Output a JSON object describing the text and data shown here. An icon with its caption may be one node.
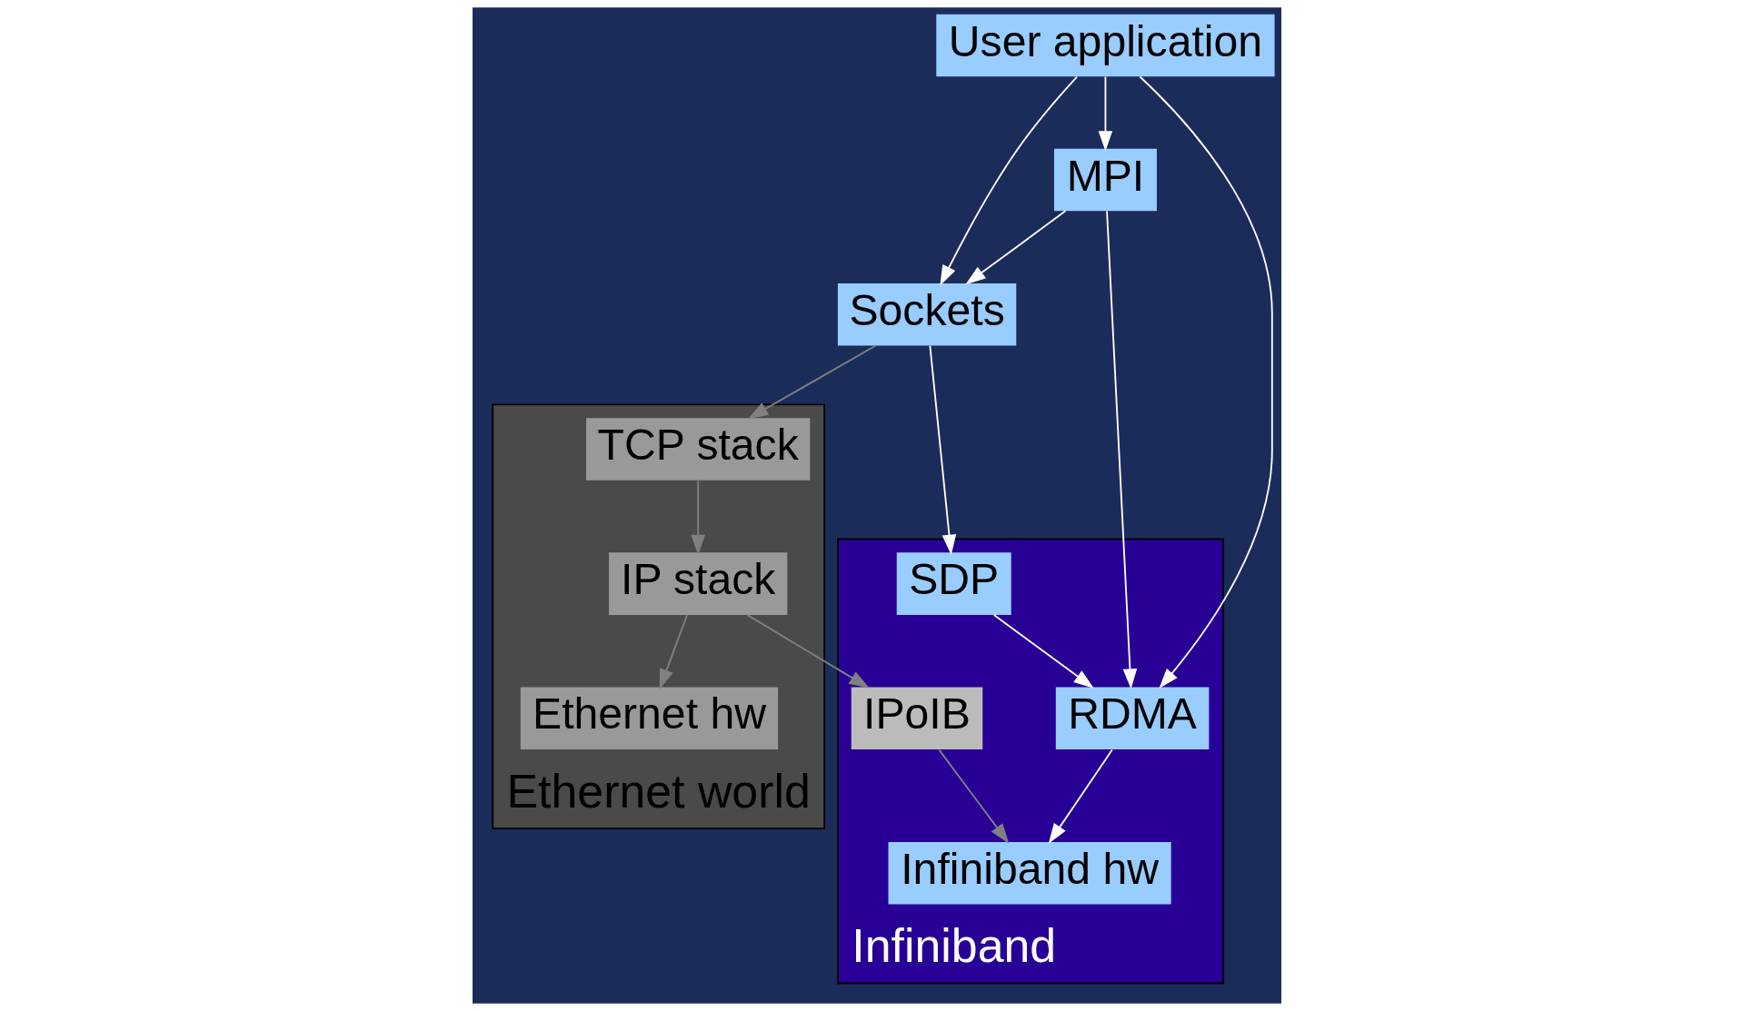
{
  "diagram": {
    "nodes": [
      {
        "text": [
          "User application"
        ]
      },
      {
        "text": [
          "MPI"
        ]
      },
      {
        "text": [
          "Sockets"
        ]
      },
      {
        "text": [
          "Infiniband"
        ]
      },
      {
        "text": [
          "SDP"
        ],
        "in": 3
      },
      {
        "text": [
          "RDMA"
        ],
        "in": 3
      },
      {
        "text": [
          "IPoIB"
        ],
        "in": 3
      },
      {
        "text": [
          "Infiniband hw"
        ],
        "in": 3
      },
      {
        "text": [
          "Ethernet world"
        ]
      },
      {
        "text": [
          "TCP stack"
        ],
        "in": 8
      },
      {
        "text": [
          "IP stack"
        ],
        "in": 8
      },
      {
        "text": [
          "Ethernet hw"
        ],
        "in": 8
      }
    ],
    "edges": [
      {
        "from": 0,
        "to": 1,
        "arrow": "to"
      },
      {
        "from": 0,
        "to": 2,
        "arrow": "to"
      },
      {
        "from": 0,
        "to": 5,
        "arrow": "to"
      },
      {
        "from": 1,
        "to": 2,
        "arrow": "to"
      },
      {
        "from": 1,
        "to": 5,
        "arrow": "to"
      },
      {
        "from": 2,
        "to": 4,
        "arrow": "to"
      },
      {
        "from": 2,
        "to": 9,
        "arrow": "to",
        "color": "#808080"
      },
      {
        "from": 4,
        "to": 5,
        "arrow": "to"
      },
      {
        "from": 9,
        "to": 10,
        "arrow": "to",
        "color": "#808080"
      },
      {
        "from": 10,
        "to": 6,
        "arrow": "to",
        "color": "#808080"
      },
      {
        "from": 10,
        "to": 11,
        "arrow": "to",
        "color": "#808080"
      },
      {
        "from": 5,
        "to": 7,
        "arrow": "to"
      },
      {
        "from": 6,
        "to": 7,
        "arrow": "to",
        "color": "#808080"
      }
    ]
  }
}
